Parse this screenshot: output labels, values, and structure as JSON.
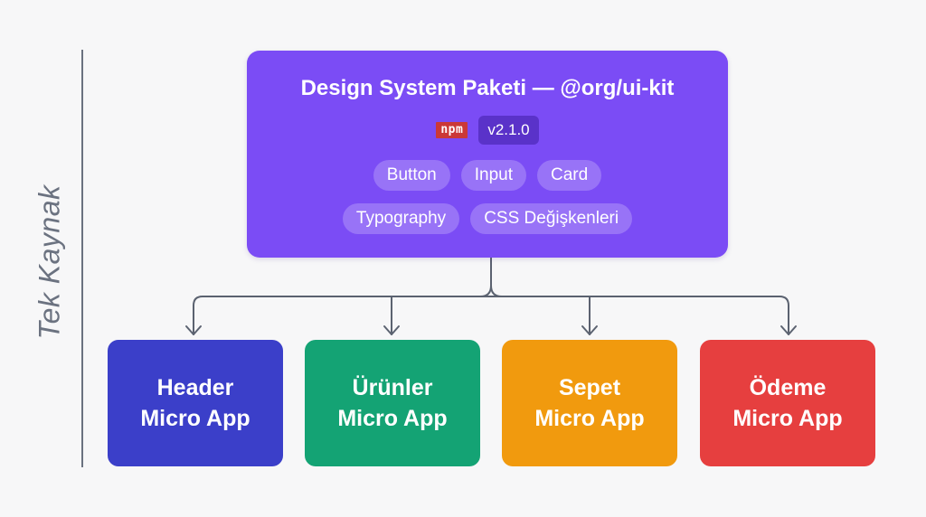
{
  "side_label": "Tek Kaynak",
  "package": {
    "title": "Design System Paketi — @org/ui-kit",
    "npm_logo": "npm",
    "version": "v2.1.0",
    "components_row1": [
      "Button",
      "Input",
      "Card"
    ],
    "components_row2": [
      "Typography",
      "CSS Değişkenleri"
    ],
    "color": "#7b4cf5"
  },
  "apps": [
    {
      "name": "Header",
      "suffix": "Micro App",
      "color": "#3b3fc9"
    },
    {
      "name": "Ürünler",
      "suffix": "Micro App",
      "color": "#14a374"
    },
    {
      "name": "Sepet",
      "suffix": "Micro App",
      "color": "#f19a0e"
    },
    {
      "name": "Ödeme",
      "suffix": "Micro App",
      "color": "#e63f3f"
    }
  ],
  "connector_color": "#5b6270"
}
